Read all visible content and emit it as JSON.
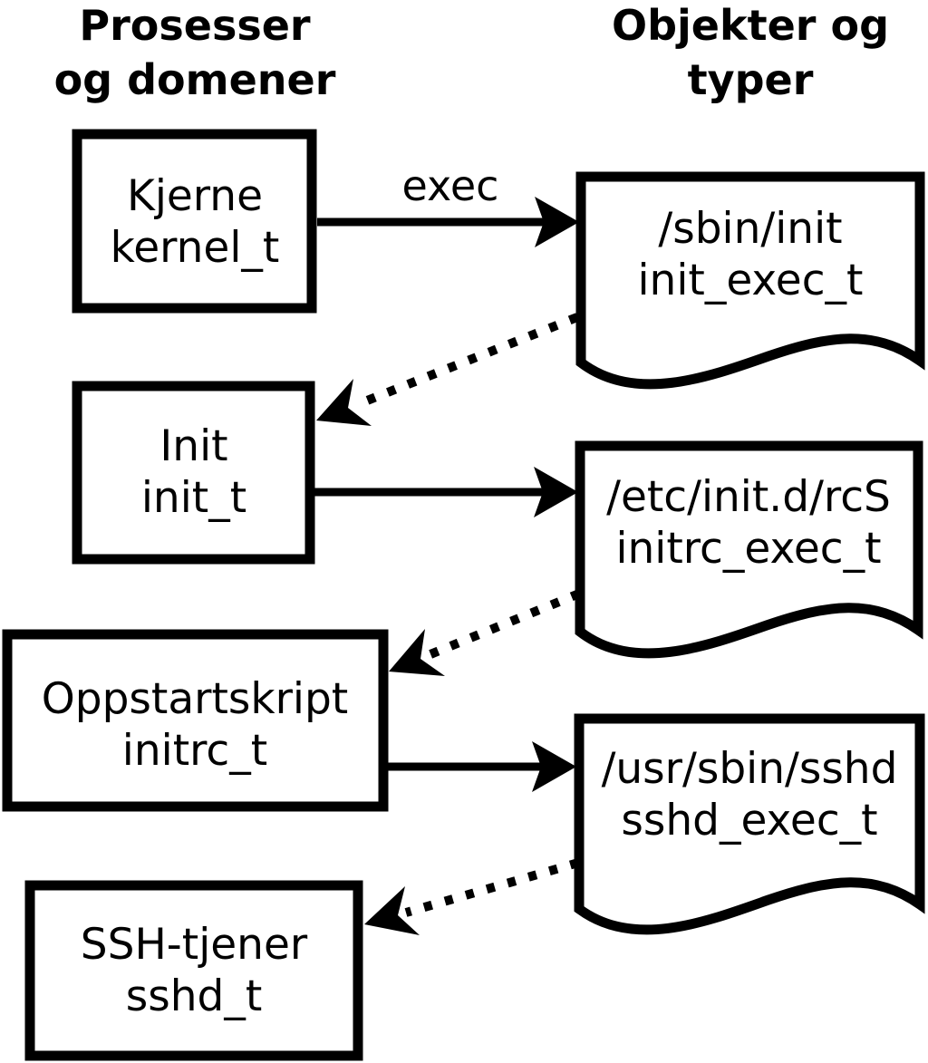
{
  "headers": {
    "left": {
      "line1": "Prosesser",
      "line2": "og domener"
    },
    "right": {
      "line1": "Objekter og",
      "line2": "typer"
    }
  },
  "processes": [
    {
      "line1": "Kjerne",
      "line2": "kernel_t"
    },
    {
      "line1": "Init",
      "line2": "init_t"
    },
    {
      "line1": "Oppstartskript",
      "line2": "initrc_t"
    },
    {
      "line1": "SSH-tjener",
      "line2": "sshd_t"
    }
  ],
  "objects": [
    {
      "line1": "/sbin/init",
      "line2": "init_exec_t"
    },
    {
      "line1": "/etc/init.d/rcS",
      "line2": "initrc_exec_t"
    },
    {
      "line1": "/usr/sbin/sshd",
      "line2": "sshd_exec_t"
    }
  ],
  "arrows": {
    "exec_label": "exec"
  },
  "colors": {
    "foreground": "#000000",
    "background": "#ffffff"
  }
}
